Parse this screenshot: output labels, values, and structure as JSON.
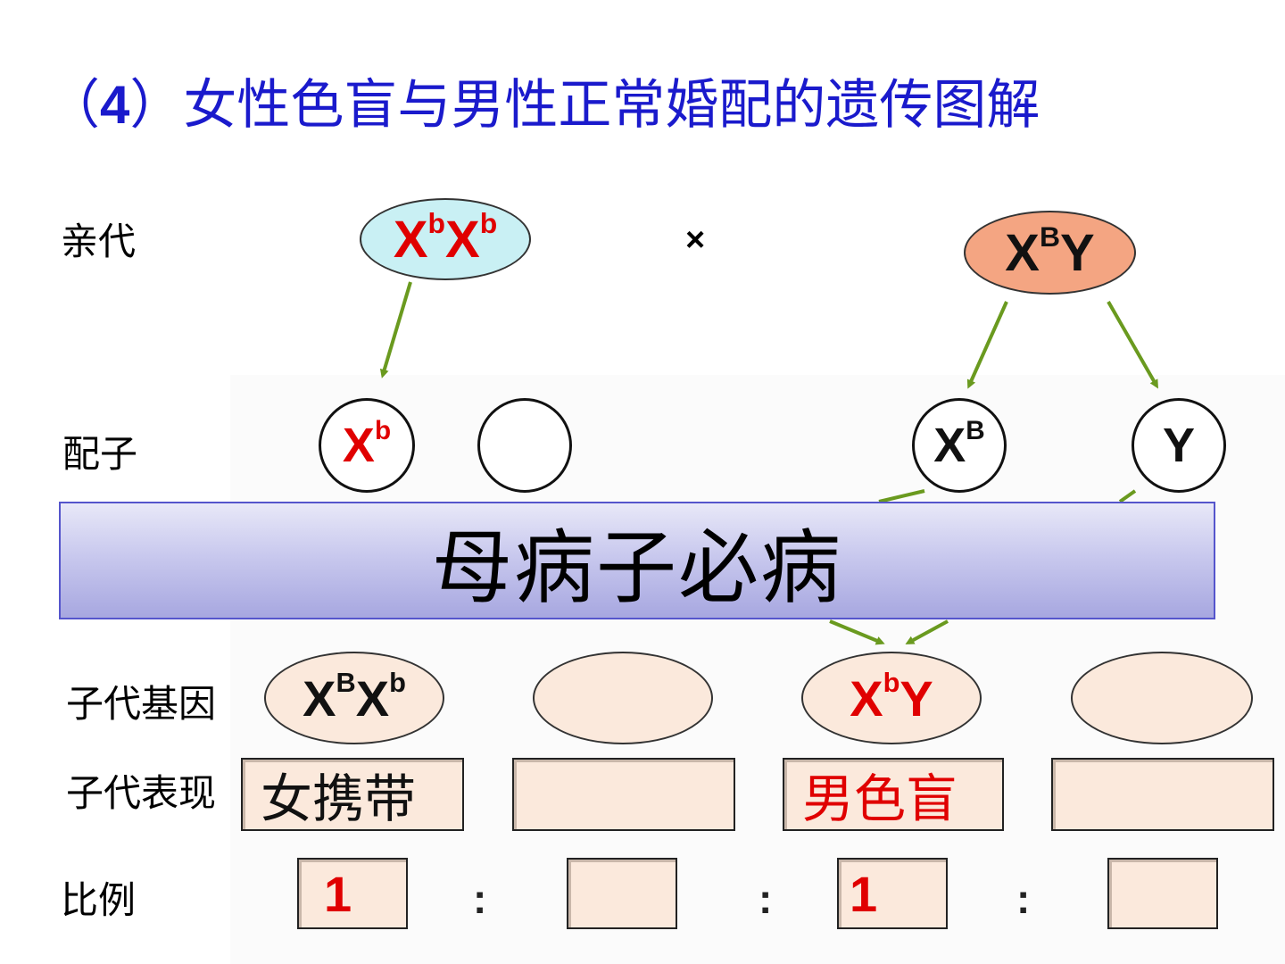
{
  "title": {
    "open_paren": "（",
    "number": "4",
    "close_paren": "）",
    "text": "女性色盲与男性正常婚配的遗传图解"
  },
  "row_labels": {
    "parents": "亲代",
    "gametes": "配子",
    "offspring_genotype": "子代基因",
    "offspring_phenotype": "子代表现",
    "ratio": "比例"
  },
  "parents": {
    "female": {
      "base1": "X",
      "sup1": "b",
      "base2": "X",
      "sup2": "b"
    },
    "cross_symbol": "×",
    "male": {
      "base1": "X",
      "sup1": "B",
      "base2": "Y"
    }
  },
  "gametes": {
    "g1": {
      "base": "X",
      "sup": "b"
    },
    "g2": "",
    "g3": {
      "base": "X",
      "sup": "B"
    },
    "g4": "Y"
  },
  "offspring_genotypes": {
    "o1": {
      "base1": "X",
      "sup1": "B",
      "base2": "X",
      "sup2": "b"
    },
    "o2": "",
    "o3": {
      "base1": "X",
      "sup1": "b",
      "base2": "Y"
    },
    "o4": ""
  },
  "phenotypes": [
    "女携带",
    "",
    "男色盲",
    ""
  ],
  "ratios": [
    "1",
    "",
    "1",
    ""
  ],
  "colons": [
    ":",
    ":",
    ":"
  ],
  "banner": "母病子必病",
  "colors": {
    "title": "#1a1acc",
    "red_text": "#e00000",
    "arrow": "#6a9a1f",
    "female_parent_fill": "#c9f0f4",
    "male_parent_fill": "#f4a582",
    "offspring_fill": "#fbe9dc",
    "banner_fill": "#b8b8e8"
  }
}
